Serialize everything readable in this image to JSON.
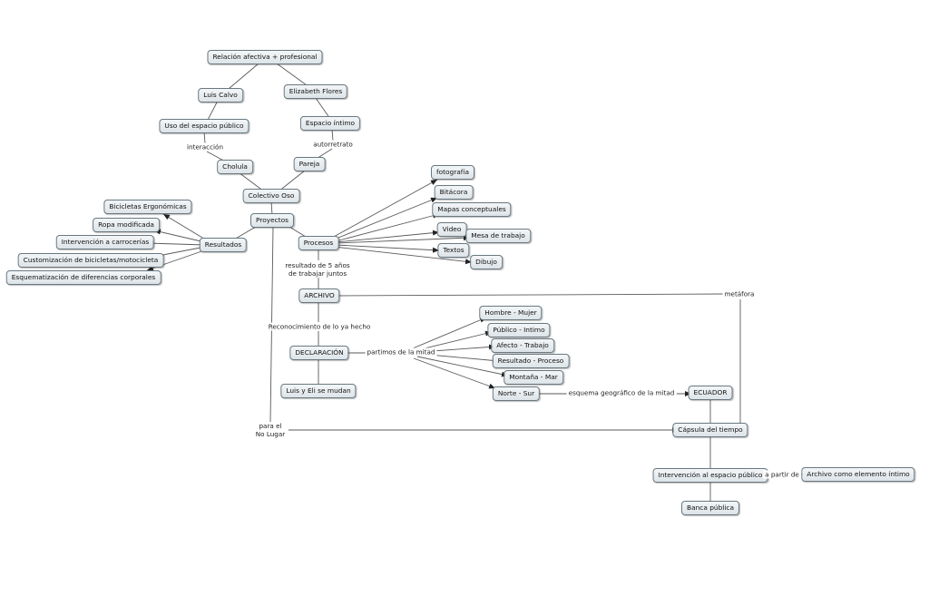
{
  "nodes": {
    "relacion": "Relación afectiva + profesional",
    "luis_calvo": "Luis Calvo",
    "elizabeth": "Elizabeth Flores",
    "uso_espacio": "Uso del espacio público",
    "espacio_intimo": "Espacio íntimo",
    "cholula": "Cholula",
    "pareja": "Pareja",
    "colectivo": "Colectivo Oso",
    "proyectos": "Proyectos",
    "resultados": "Resultados",
    "procesos": "Procesos",
    "bicicletas": "Bicicletas Ergonómicas",
    "ropa": "Ropa modificada",
    "carrocerias": "Intervención a carrocerías",
    "customizacion": "Customización de bicicletas/motocicleta",
    "esquematizacion": "Esquematización de diferencias corporales",
    "fotografia": "fotografía",
    "bitacora": "Bitácora",
    "mapas": "Mapas conceptuales",
    "video": "Video",
    "mesa": "Mesa de trabajo",
    "textos": "Textos",
    "dibujo": "Dibujo",
    "archivo": "ARCHIVO",
    "declaracion": "DECLARACIÓN",
    "luis_eli": "Luis y Eli se mudan",
    "hombre": "Hombre - Mujer",
    "publico": "Público - Intimo",
    "afecto": "Afecto - Trabajo",
    "resultado_proceso": "Resultado - Proceso",
    "montana": "Montaña - Mar",
    "norte": "Norte - Sur",
    "ecuador": "ECUADOR",
    "capsula": "Cápsula del tiempo",
    "intervencion": "Intervención al espacio público",
    "archivo_intimo": "Archivo como elemento íntimo",
    "banca": "Banca pública"
  },
  "labels": {
    "interaccion": "interacción",
    "autorretrato": "autorretrato",
    "resultado5": "resultado de 5 años\nde trabajar juntos",
    "reconocimiento": "Reconocimiento de lo ya hecho",
    "partimos": "partimos de la mitad",
    "metafora": "metáfora",
    "esquema": "esquema geográfico de la mitad",
    "para_no_lugar": "para el\nNo Lugar",
    "a_partir": "a partir de"
  },
  "colors": {
    "line": "#5a5a5a",
    "node_border": "#6a7880",
    "node_fill": "#e6ecef"
  }
}
